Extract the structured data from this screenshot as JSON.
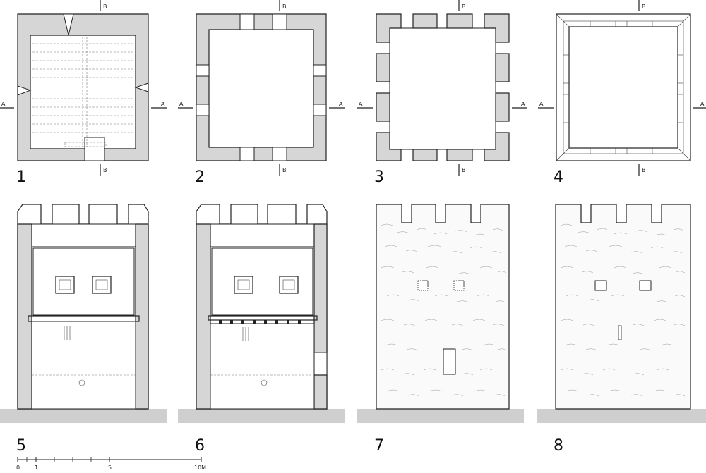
{
  "panels": [
    {
      "number": "1",
      "section_top": "B",
      "section_bottom": "B",
      "section_left": "A",
      "section_right": "A"
    },
    {
      "number": "2",
      "section_top": "B",
      "section_bottom": "B",
      "section_left": "A",
      "section_right": "A"
    },
    {
      "number": "3",
      "section_top": "B",
      "section_bottom": "B",
      "section_left": "A",
      "section_right": "A"
    },
    {
      "number": "4",
      "section_top": "B",
      "section_bottom": "B",
      "section_left": "A",
      "section_right": "A"
    },
    {
      "number": "5"
    },
    {
      "number": "6"
    },
    {
      "number": "7"
    },
    {
      "number": "8"
    }
  ],
  "scale_bar": {
    "ticks": [
      "0",
      "1",
      "5",
      "10M"
    ]
  }
}
